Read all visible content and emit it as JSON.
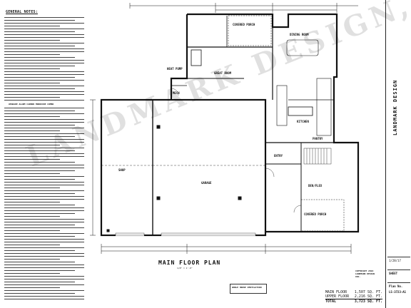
{
  "notes": {
    "title": "GENERAL NOTES:",
    "callout": "UPGRADE ALARM CARBON MONOXIDE COMBO"
  },
  "rooms": {
    "covered_porch_top": "COVERED PORCH",
    "dining_room": "DINING ROOM",
    "great_room": "GREAT ROOM",
    "kitchen": "KITCHEN",
    "mech": "MECH",
    "pantry": "PANTRY",
    "entry": "ENTRY",
    "den": "DEN/FLEX",
    "garage": "GARAGE",
    "shop": "SHOP",
    "covered_porch_bottom": "COVERED PORCH",
    "heat_pump": "HEAT PUMP"
  },
  "plan": {
    "title": "MAIN FLOOR PLAN",
    "scale": "1/8\" = 1'-0\""
  },
  "watermark": "LANDMARK DESIGN, INC.",
  "title_block": {
    "firm": "LANDMARK DESIGN",
    "plan_no_label": "Plan No.",
    "plan_no": "L5-3723-A1",
    "sheet_label": "SHEET",
    "date": "1/28/17"
  },
  "areas": [
    {
      "label": "MAIN FLOOR",
      "value": "1,507 SQ. FT."
    },
    {
      "label": "UPPER FLOOR",
      "value": "2,216 SQ. FT."
    },
    {
      "label": "TOTAL",
      "value": "3,723 SQ. FT."
    }
  ],
  "copyright": "COPYRIGHT 2016 LANDMARK DESIGN INC.",
  "ventilation": "WHOLE HOUSE VENTILATION"
}
